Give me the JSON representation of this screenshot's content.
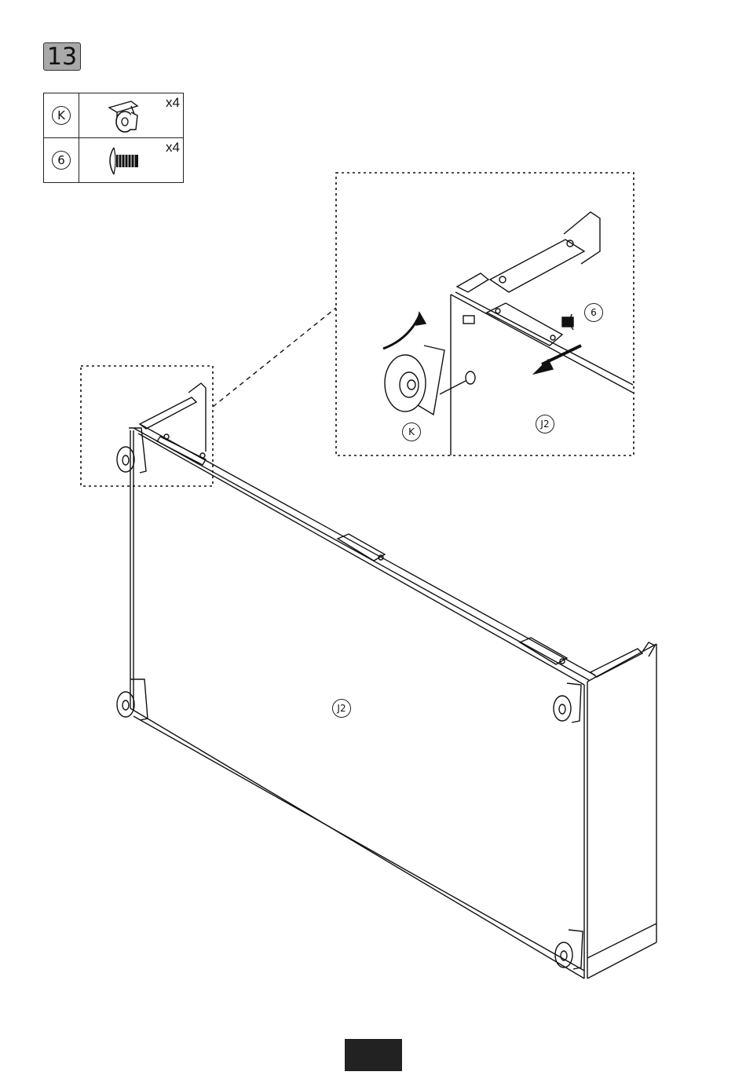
{
  "step": {
    "number": "13"
  },
  "parts": [
    {
      "code": "K",
      "icon": "caster-wheel-icon",
      "qty": "x4"
    },
    {
      "code": "6",
      "icon": "screw-icon",
      "qty": "x4"
    }
  ],
  "labels": {
    "panel_main": "J2",
    "panel_detail": "J2",
    "caster_detail": "K",
    "screw_detail": "6"
  },
  "colors": {
    "badge": "#a9a9a9",
    "line": "#111111",
    "marker": "#222222"
  }
}
